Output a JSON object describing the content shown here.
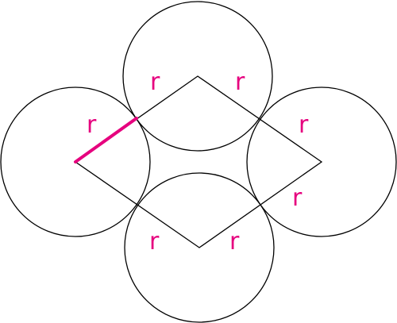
{
  "diagram": {
    "colors": {
      "stroke": "#000000",
      "accent": "#e6007e"
    },
    "circles": [
      {
        "name": "circle-left"
      },
      {
        "name": "circle-top"
      },
      {
        "name": "circle-right"
      },
      {
        "name": "circle-bottom"
      }
    ],
    "labels": {
      "top_left": "r",
      "top_right": "r",
      "left_radius": "r",
      "right_upper": "r",
      "right_lower": "r",
      "bottom_left": "r",
      "bottom_right": "r"
    }
  }
}
